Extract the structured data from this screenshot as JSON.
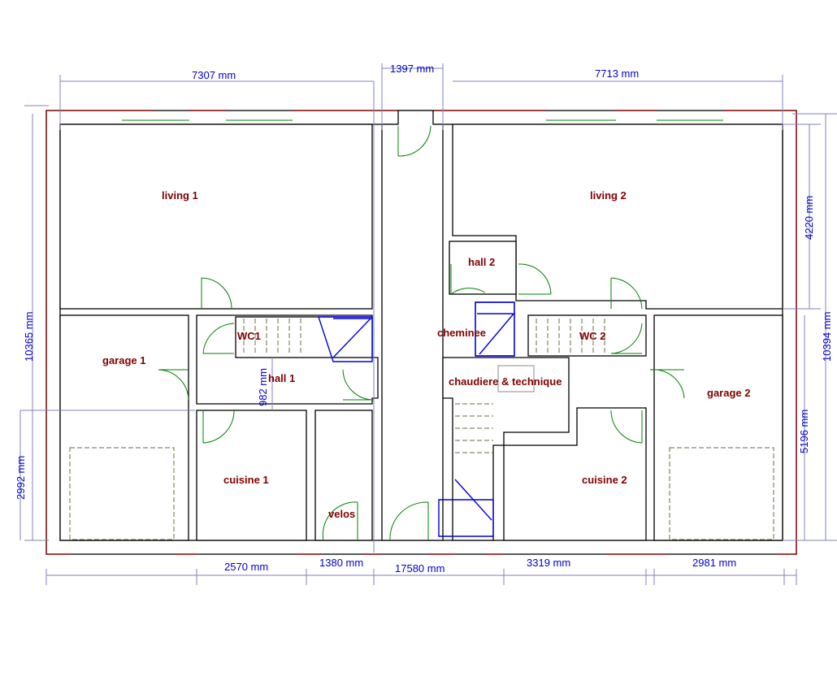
{
  "rooms": {
    "living1": "living 1",
    "garage1": "garage 1",
    "wc1": "WC1",
    "hall1": "hall 1",
    "cuisine1": "cuisine 1",
    "velos": "velos",
    "living2": "living 2",
    "hall2": "hall 2",
    "cheminee": "cheminee",
    "wc2": "WC 2",
    "chaudiere": "chaudiere & technique",
    "garage2": "garage 2",
    "cuisine2": "cuisine 2"
  },
  "dimensions": {
    "top_left": "7307 mm",
    "top_mid": "1397 mm",
    "top_right": "7713 mm",
    "right_upper": "4220 mm",
    "right_total": "10394 mm",
    "right_lower": "5196 mm",
    "left_total": "10365 mm",
    "left_lower": "2992 mm",
    "hall1": "982 mm",
    "bottom_cuisine1": "2570 mm",
    "bottom_velos": "1380 mm",
    "bottom_total": "17580 mm",
    "bottom_cuisine2": "3319 mm",
    "bottom_garage2": "2981 mm"
  }
}
